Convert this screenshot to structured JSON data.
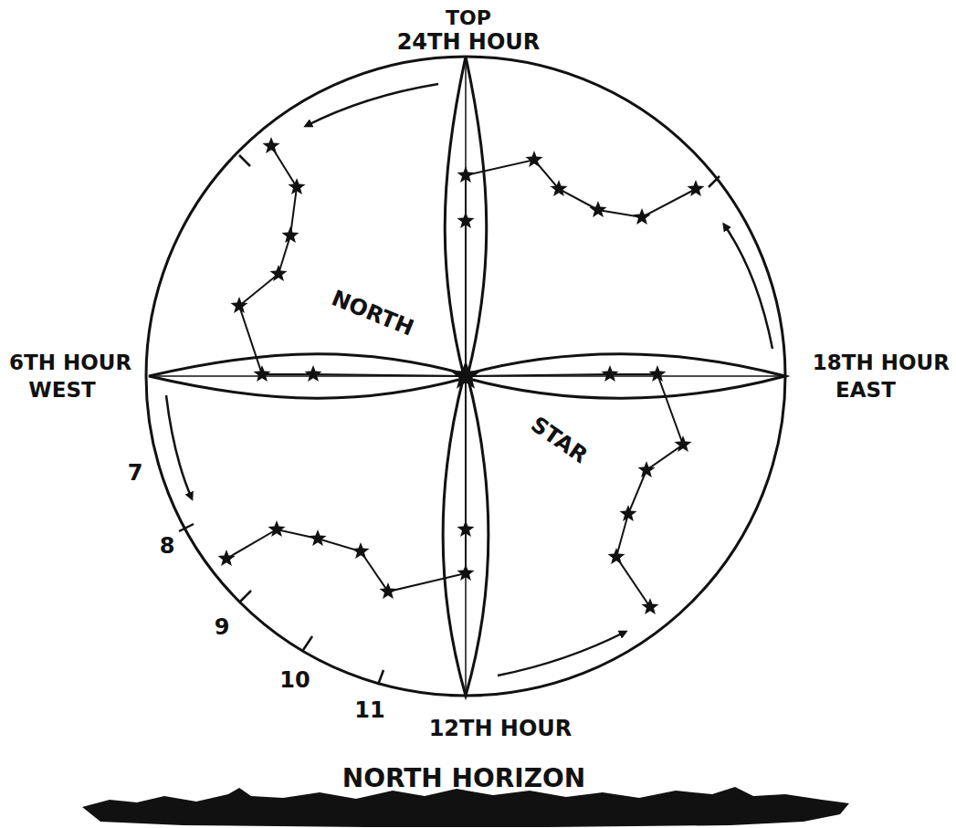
{
  "diagram": {
    "labels": [
      "TOP",
      "24TH HOUR",
      "6TH HOUR",
      "WEST",
      "18TH HOUR",
      "EAST",
      "NORTH",
      "STAR",
      "7",
      "8",
      "9",
      "10",
      "11",
      "12TH HOUR",
      "NORTH HORIZON"
    ]
  }
}
